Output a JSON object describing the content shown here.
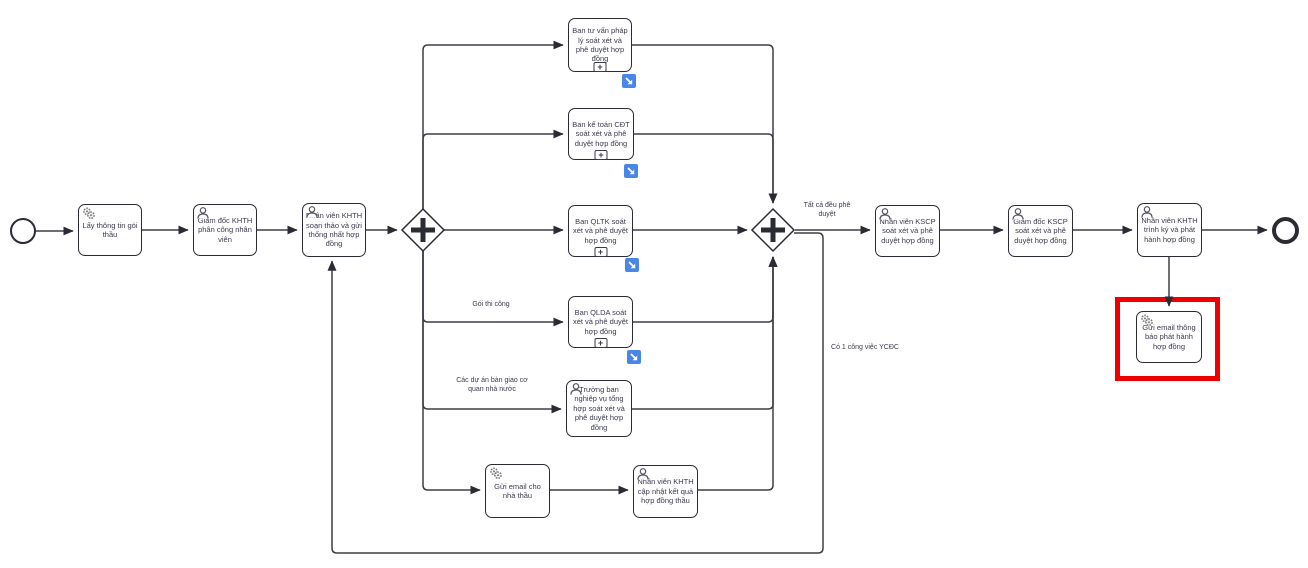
{
  "diagram_type": "bpmn-process",
  "nodes": {
    "start_event": {
      "type": "start-event"
    },
    "lay_thong_tin": {
      "label": "Lấy thông tin gói thầu",
      "type": "service-task"
    },
    "giam_doc_khth": {
      "label": "Giám đốc KHTH phân công nhân viên",
      "type": "user-task"
    },
    "nv_khth_soan_thao": {
      "label": "Nhân viên KHTH soạn thảo và gửi thống nhất hợp đồng",
      "type": "user-task"
    },
    "gateway_split": {
      "type": "parallel-gateway"
    },
    "ban_tu_van": {
      "label": "Ban tư vấn pháp lý soát xét và phê duyệt hợp đồng",
      "type": "collapsed-subprocess"
    },
    "ban_ke_toan": {
      "label": "Ban kế toán CĐT soát xét và phê duyệt hợp đồng",
      "type": "collapsed-subprocess"
    },
    "ban_qltk": {
      "label": "Ban QLTK soát xét và phê duyệt hợp đồng",
      "type": "collapsed-subprocess"
    },
    "ban_qlda": {
      "label": "Ban QLDA soát xét và phê duyệt hợp đồng",
      "type": "collapsed-subprocess"
    },
    "truong_ban": {
      "label": "Trưởng ban nghiệp vụ tổng hợp soát xét và phê duyệt hợp đồng",
      "type": "user-task"
    },
    "gui_email_nha_thau": {
      "label": "Gửi email cho nhà thầu",
      "type": "service-task"
    },
    "nv_khth_cap_nhat": {
      "label": "Nhân viên KHTH cập nhật kết quả hợp đồng thầu",
      "type": "user-task"
    },
    "gateway_join": {
      "type": "parallel-gateway"
    },
    "nv_kscp": {
      "label": "Nhân viên KSCP soát xét và phê duyệt hợp đồng",
      "type": "user-task"
    },
    "giam_doc_kscp": {
      "label": "Giám đốc KSCP soát xét và phê duyệt hợp đồng",
      "type": "user-task"
    },
    "nv_khth_trinh_ky": {
      "label": "Nhân viên KHTH trình ký và phát hành hợp đồng",
      "type": "user-task"
    },
    "gui_email_phat_hanh": {
      "label": "Gửi email thông báo phát hành hợp đồng",
      "type": "service-task",
      "highlighted": true
    },
    "end_event": {
      "type": "end-event"
    }
  },
  "edge_labels": {
    "goi_thi_cong": "Gói thi công",
    "cac_du_an": "Các dự án bàn giao cơ quan nhà nước",
    "tat_ca_phe_duyet": "Tất cả đều phê duyệt",
    "co_1_cong_viec": "Có 1 công việc YCĐC"
  },
  "markers": {
    "subprocess_plus": "+"
  },
  "colors": {
    "highlight_box": "#ee0000",
    "drill_down_icon": "#4a86e8",
    "connector": "#3f3f46",
    "task_border": "#2b2b33",
    "task_text": "#3a3a4e"
  }
}
